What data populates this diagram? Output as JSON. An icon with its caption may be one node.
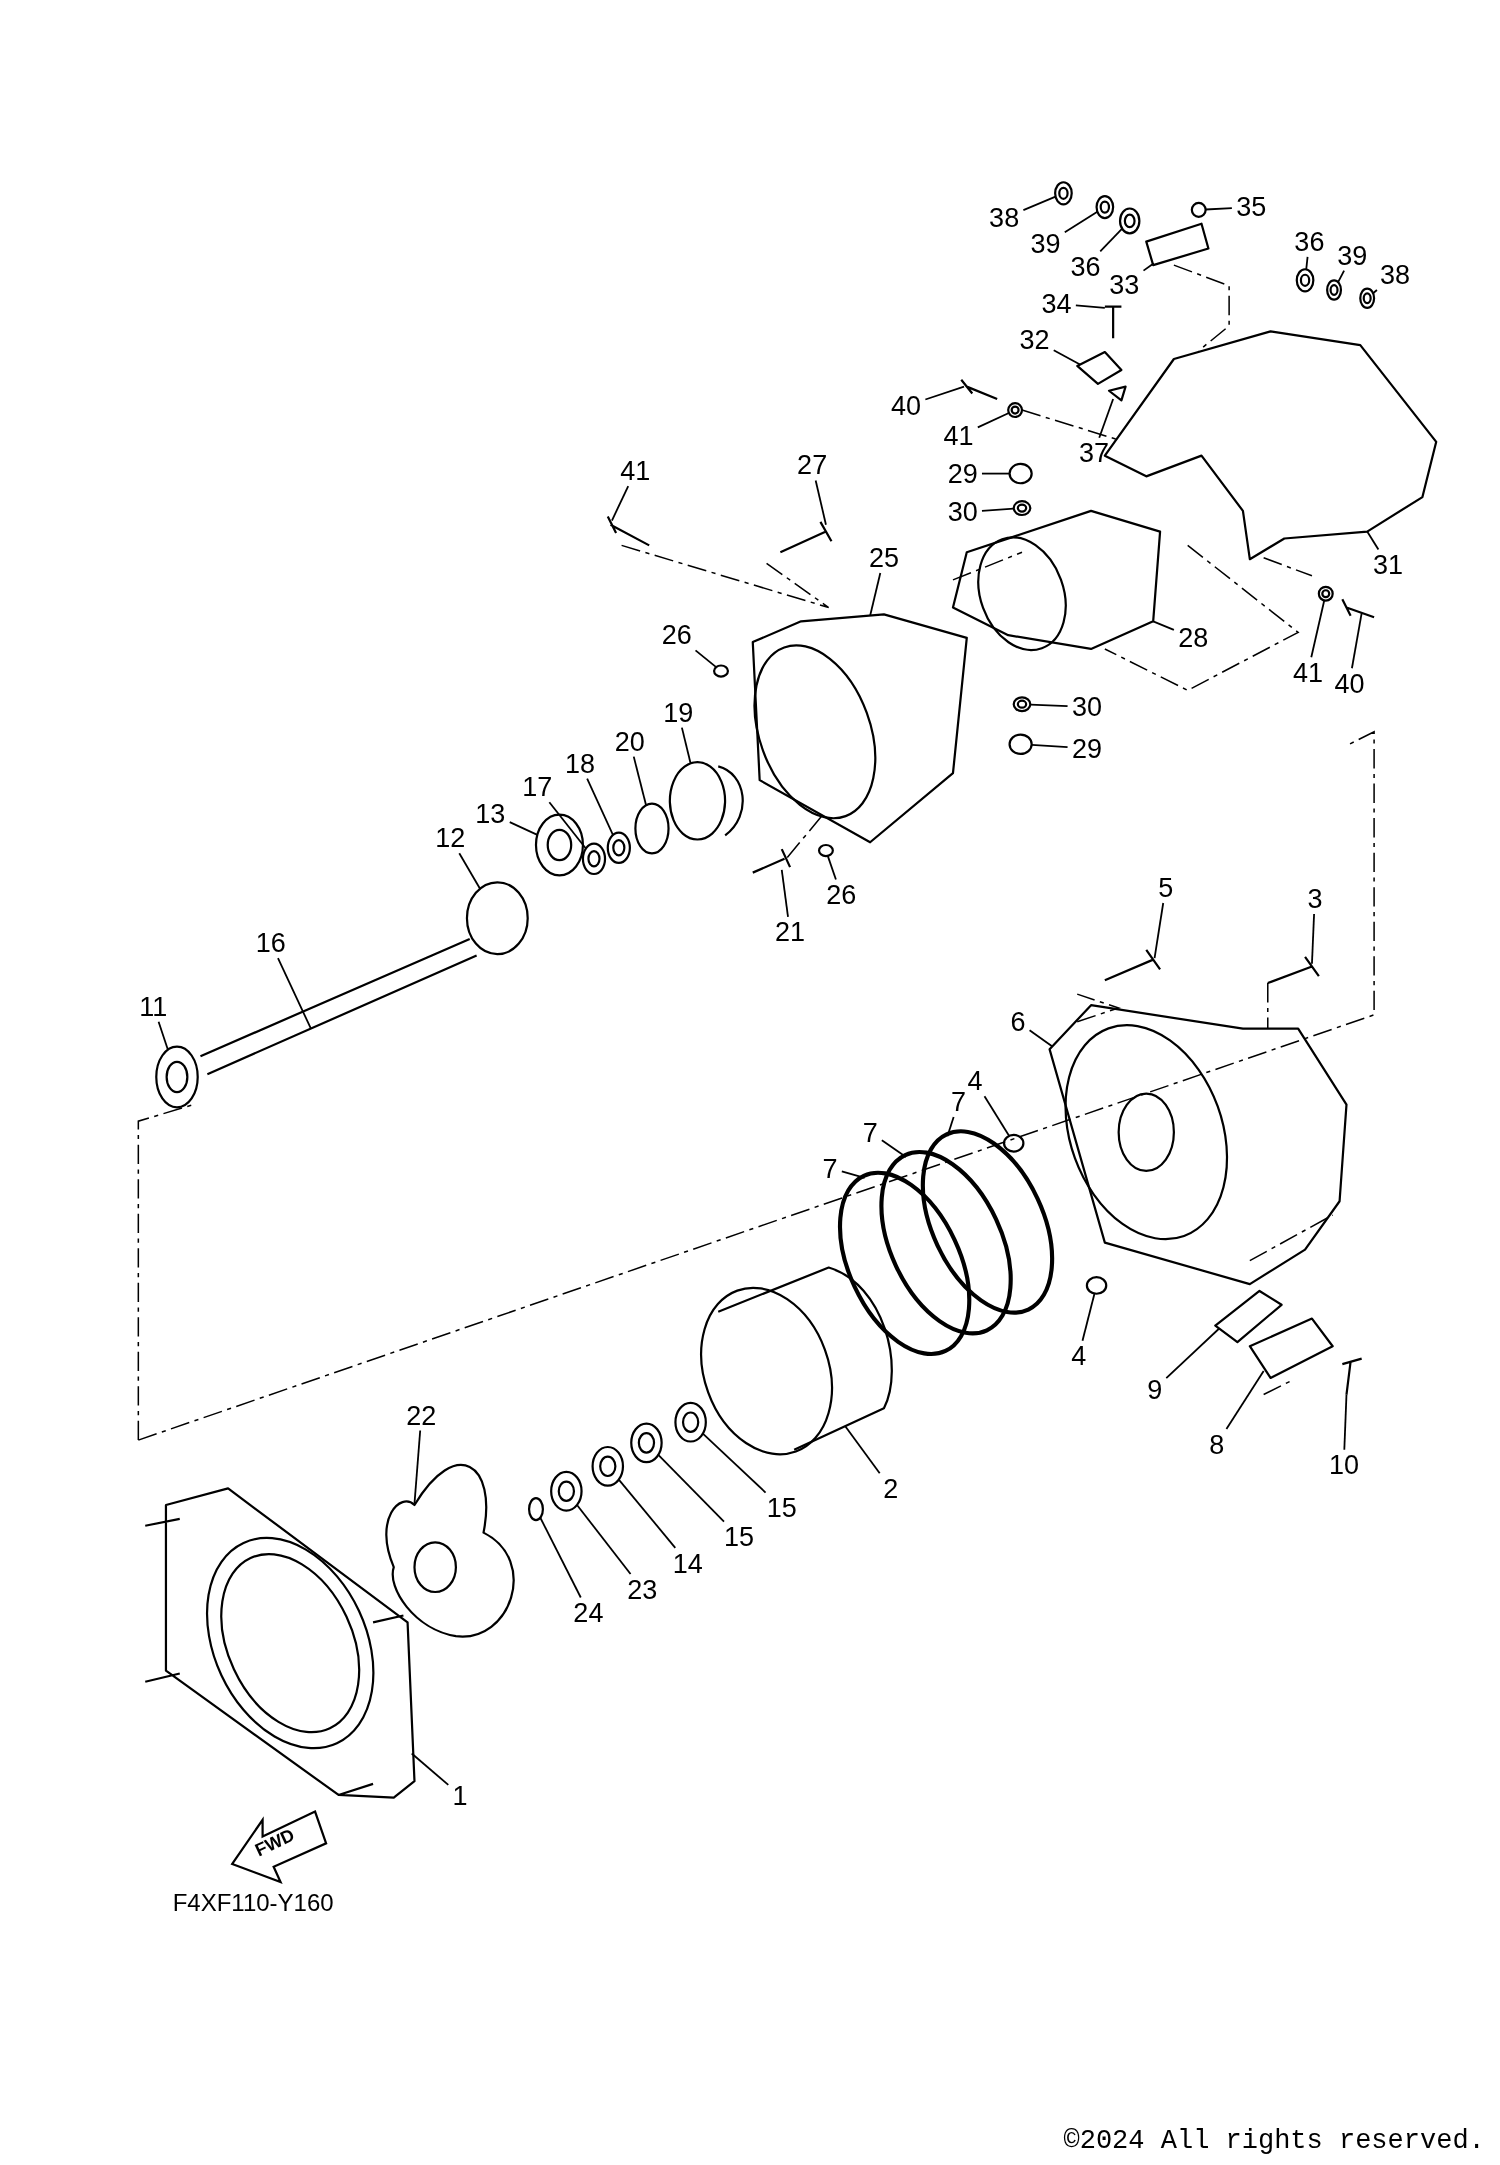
{
  "diagram": {
    "nodes": [
      {
        "text": [
          "38"
        ]
      },
      {
        "text": [
          "39"
        ]
      },
      {
        "text": [
          "36"
        ]
      },
      {
        "text": [
          "33"
        ]
      },
      {
        "text": [
          "35"
        ]
      },
      {
        "text": [
          "36"
        ]
      },
      {
        "text": [
          "39"
        ]
      },
      {
        "text": [
          "38"
        ]
      },
      {
        "text": [
          "34"
        ]
      },
      {
        "text": [
          "32"
        ]
      },
      {
        "text": [
          "37"
        ]
      },
      {
        "text": [
          "40"
        ]
      },
      {
        "text": [
          "41"
        ]
      },
      {
        "text": [
          "29"
        ]
      },
      {
        "text": [
          "30"
        ]
      },
      {
        "text": [
          "27"
        ]
      },
      {
        "text": [
          "41"
        ]
      },
      {
        "text": [
          "25"
        ]
      },
      {
        "text": [
          "26"
        ]
      },
      {
        "text": [
          "31"
        ]
      },
      {
        "text": [
          "28"
        ]
      },
      {
        "text": [
          "41"
        ]
      },
      {
        "text": [
          "40"
        ]
      },
      {
        "text": [
          "30"
        ]
      },
      {
        "text": [
          "29"
        ]
      },
      {
        "text": [
          "19"
        ]
      },
      {
        "text": [
          "20"
        ]
      },
      {
        "text": [
          "18"
        ]
      },
      {
        "text": [
          "17"
        ]
      },
      {
        "text": [
          "13"
        ]
      },
      {
        "text": [
          "12"
        ]
      },
      {
        "text": [
          "21"
        ]
      },
      {
        "text": [
          "26"
        ]
      },
      {
        "text": [
          "16"
        ]
      },
      {
        "text": [
          "11"
        ]
      },
      {
        "text": [
          "5"
        ]
      },
      {
        "text": [
          "3"
        ]
      },
      {
        "text": [
          "6"
        ]
      },
      {
        "text": [
          "4"
        ]
      },
      {
        "text": [
          "7"
        ]
      },
      {
        "text": [
          "7"
        ]
      },
      {
        "text": [
          "7"
        ]
      },
      {
        "text": [
          "4"
        ]
      },
      {
        "text": [
          "9"
        ]
      },
      {
        "text": [
          "8"
        ]
      },
      {
        "text": [
          "10"
        ]
      },
      {
        "text": [
          "2"
        ]
      },
      {
        "text": [
          "15"
        ]
      },
      {
        "text": [
          "15"
        ]
      },
      {
        "text": [
          "14"
        ]
      },
      {
        "text": [
          "23"
        ]
      },
      {
        "text": [
          "24"
        ]
      },
      {
        "text": [
          "22"
        ]
      },
      {
        "text": [
          "1"
        ]
      },
      {
        "text": [],
        "shape": "picture"
      },
      {
        "text": [],
        "shape": "picture"
      },
      {
        "text": [],
        "shape": "picture"
      },
      {
        "text": [],
        "shape": "picture"
      },
      {
        "text": [],
        "shape": "circle"
      },
      {
        "text": [],
        "shape": "picture"
      },
      {
        "text": [],
        "shape": "picture"
      },
      {
        "text": [],
        "shape": "picture"
      },
      {
        "text": [],
        "shape": "picture"
      },
      {
        "text": [],
        "shape": "picture"
      },
      {
        "text": [],
        "shape": "picture"
      },
      {
        "text": [],
        "shape": "picture"
      },
      {
        "text": [],
        "shape": "picture"
      },
      {
        "text": [],
        "shape": "circle"
      },
      {
        "text": [],
        "shape": "picture"
      },
      {
        "text": [],
        "shape": "picture"
      },
      {
        "text": [],
        "shape": "picture"
      },
      {
        "text": [],
        "shape": "picture"
      },
      {
        "text": [],
        "shape": "circle"
      },
      {
        "text": [],
        "shape": "picture"
      },
      {
        "text": [],
        "shape": "picture"
      },
      {
        "text": [],
        "shape": "picture"
      },
      {
        "text": [],
        "shape": "picture"
      },
      {
        "text": [],
        "shape": "picture"
      },
      {
        "text": [],
        "shape": "circle"
      },
      {
        "text": [],
        "shape": "picture"
      },
      {
        "text": [],
        "shape": "circle"
      },
      {
        "text": [],
        "shape": "picture"
      },
      {
        "text": [],
        "shape": "picture"
      },
      {
        "text": [],
        "shape": "picture"
      },
      {
        "text": [],
        "shape": "circle"
      },
      {
        "text": [],
        "shape": "picture"
      },
      {
        "text": [],
        "shape": "circle"
      },
      {
        "text": [],
        "shape": "picture"
      },
      {
        "text": [],
        "shape": "picture"
      },
      {
        "text": [],
        "shape": "picture"
      },
      {
        "text": [],
        "shape": "picture"
      },
      {
        "text": [],
        "shape": "picture"
      },
      {
        "text": [],
        "shape": "circle"
      },
      {
        "text": [],
        "shape": "circle"
      },
      {
        "text": [],
        "shape": "circle"
      },
      {
        "text": [],
        "shape": "circle"
      },
      {
        "text": [],
        "shape": "circle"
      },
      {
        "text": [],
        "shape": "picture"
      },
      {
        "text": [],
        "shape": "picture"
      },
      {
        "text": [],
        "shape": "picture"
      },
      {
        "text": [],
        "shape": "cylinder"
      },
      {
        "text": [],
        "shape": "picture"
      },
      {
        "text": [],
        "shape": "picture"
      },
      {
        "text": [],
        "shape": "picture"
      },
      {
        "text": [],
        "shape": "picture"
      },
      {
        "text": [],
        "shape": "circle"
      },
      {
        "text": [],
        "shape": "picture"
      },
      {
        "text": [],
        "shape": "picture"
      }
    ],
    "edges": [
      {
        "from": 0,
        "to": 54,
        "arrow": "none"
      },
      {
        "from": 1,
        "to": 55,
        "arrow": "none"
      },
      {
        "from": 2,
        "to": 56,
        "arrow": "none"
      },
      {
        "from": 3,
        "to": 57,
        "arrow": "none"
      },
      {
        "from": 4,
        "to": 58,
        "arrow": "none"
      },
      {
        "from": 5,
        "to": 59,
        "arrow": "none"
      },
      {
        "from": 6,
        "to": 60,
        "arrow": "none"
      },
      {
        "from": 7,
        "to": 61,
        "arrow": "none"
      },
      {
        "from": 8,
        "to": 62,
        "arrow": "none"
      },
      {
        "from": 9,
        "to": 63,
        "arrow": "none"
      },
      {
        "from": 10,
        "to": 64,
        "arrow": "none"
      },
      {
        "from": 11,
        "to": 65,
        "arrow": "none"
      },
      {
        "from": 12,
        "to": 66,
        "arrow": "none"
      },
      {
        "from": 13,
        "to": 67,
        "arrow": "none"
      },
      {
        "from": 14,
        "to": 68,
        "arrow": "none"
      },
      {
        "from": 15,
        "to": 69,
        "arrow": "none"
      },
      {
        "from": 16,
        "to": 70,
        "arrow": "none"
      },
      {
        "from": 17,
        "to": 71,
        "arrow": "none"
      },
      {
        "from": 18,
        "to": 72,
        "arrow": "none"
      },
      {
        "from": 19,
        "to": 73,
        "arrow": "none"
      },
      {
        "from": 20,
        "to": 74,
        "arrow": "none"
      },
      {
        "from": 21,
        "to": 75,
        "arrow": "none"
      },
      {
        "from": 22,
        "to": 76,
        "arrow": "none"
      },
      {
        "from": 23,
        "to": 77,
        "arrow": "none"
      },
      {
        "from": 24,
        "to": 78,
        "arrow": "none"
      },
      {
        "from": 25,
        "to": 79,
        "arrow": "none"
      },
      {
        "from": 26,
        "to": 80,
        "arrow": "none"
      },
      {
        "from": 27,
        "to": 81,
        "arrow": "none"
      },
      {
        "from": 28,
        "to": 82,
        "arrow": "none"
      },
      {
        "from": 29,
        "to": 83,
        "arrow": "none"
      },
      {
        "from": 30,
        "to": 84,
        "arrow": "none"
      },
      {
        "from": 31,
        "to": 85,
        "arrow": "none"
      },
      {
        "from": 32,
        "to": 86,
        "arrow": "none"
      },
      {
        "from": 33,
        "to": 87,
        "arrow": "none"
      },
      {
        "from": 34,
        "to": 88,
        "arrow": "none"
      },
      {
        "from": 35,
        "to": 89,
        "arrow": "none"
      },
      {
        "from": 36,
        "to": 90,
        "arrow": "none"
      },
      {
        "from": 37,
        "to": 91,
        "arrow": "none"
      },
      {
        "from": 38,
        "to": 92,
        "arrow": "none"
      },
      {
        "from": 39,
        "to": 93,
        "arrow": "none"
      },
      {
        "from": 40,
        "to": 94,
        "arrow": "none"
      },
      {
        "from": 41,
        "to": 95,
        "arrow": "none"
      },
      {
        "from": 42,
        "to": 96,
        "arrow": "none"
      },
      {
        "from": 43,
        "to": 97,
        "arrow": "none"
      },
      {
        "from": 44,
        "to": 98,
        "arrow": "none"
      },
      {
        "from": 45,
        "to": 99,
        "arrow": "none"
      },
      {
        "from": 46,
        "to": 100,
        "arrow": "none"
      },
      {
        "from": 47,
        "to": 101,
        "arrow": "none"
      },
      {
        "from": 48,
        "to": 102,
        "arrow": "none"
      },
      {
        "from": 49,
        "to": 103,
        "arrow": "none"
      },
      {
        "from": 50,
        "to": 104,
        "arrow": "none"
      },
      {
        "from": 51,
        "to": 105,
        "arrow": "none"
      },
      {
        "from": 52,
        "to": 106,
        "arrow": "none"
      },
      {
        "from": 53,
        "to": 107,
        "arrow": "none"
      },
      {
        "from": 57,
        "to": 73,
        "arrow": "none",
        "style": "dashed"
      },
      {
        "from": 66,
        "to": 73,
        "arrow": "none",
        "style": "dashed"
      },
      {
        "from": 90,
        "to": 91,
        "arrow": "none",
        "style": "dashed"
      },
      {
        "from": 85,
        "to": 71,
        "arrow": "none",
        "style": "dashed"
      }
    ],
    "labels": [
      "FWD",
      "F4XF110-Y160",
      "©2024 All rights reserved."
    ]
  }
}
